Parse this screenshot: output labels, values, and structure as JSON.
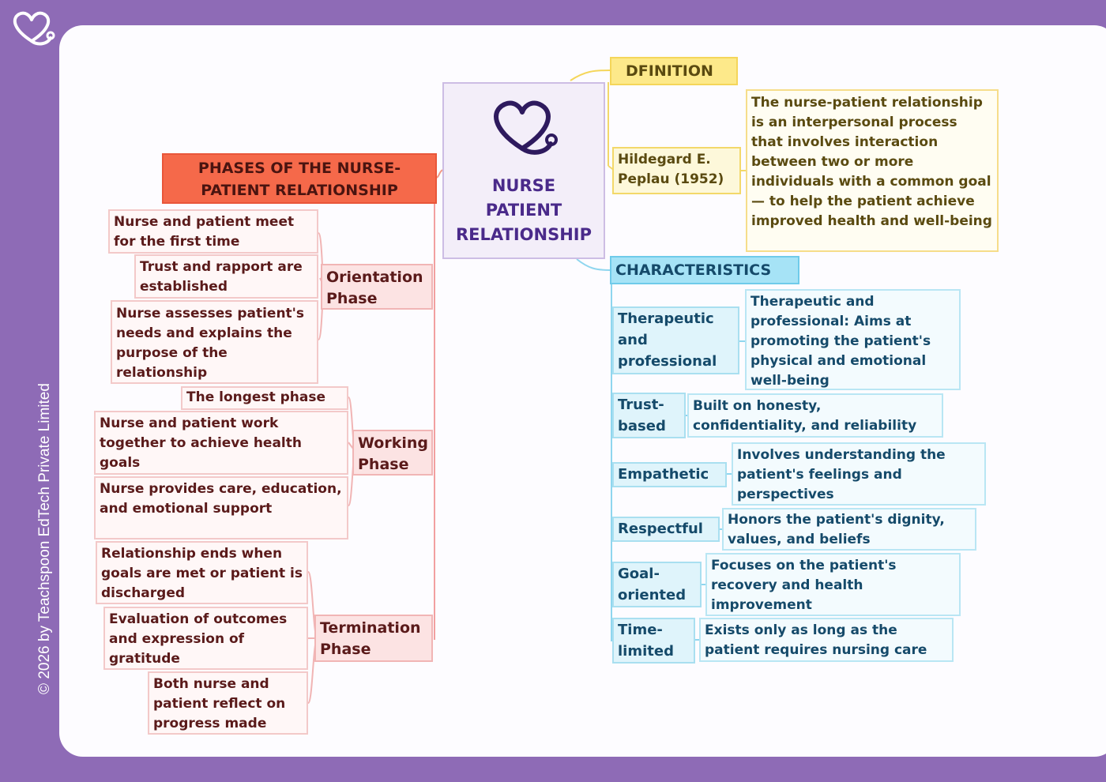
{
  "center": {
    "title": "NURSE PATIENT RELATIONSHIP"
  },
  "phases": {
    "heading": "PHASES OF THE NURSE-PATIENT RELATIONSHIP",
    "orientation": {
      "label": "Orientation Phase",
      "items": [
        "Nurse and patient meet for the first time",
        "Trust and rapport are established",
        "Nurse assesses patient's needs and explains the purpose of the relationship"
      ]
    },
    "working": {
      "label": "Working Phase",
      "items": [
        "The longest phase",
        "Nurse and patient work together to achieve health goals",
        "Nurse provides care, education, and emotional support"
      ]
    },
    "termination": {
      "label": "Termination Phase",
      "items": [
        "Relationship ends when goals are met or patient is discharged",
        "Evaluation of outcomes and expression of gratitude",
        "Both nurse and patient reflect on progress made"
      ]
    }
  },
  "definition": {
    "heading": "DFINITION",
    "author": "Hildegard E. Peplau (1952)",
    "text": "The nurse-patient relationship is an interpersonal process that involves interaction between two or more individuals with a common goal — to help the patient achieve improved health and well-being"
  },
  "characteristics": {
    "heading": "CHARACTERISTICS",
    "items": [
      {
        "label": "Therapeutic and professional",
        "text": "Therapeutic and professional: Aims at promoting the patient's physical and emotional well-being"
      },
      {
        "label": "Trust-based",
        "text": "Built on honesty, confidentiality, and reliability"
      },
      {
        "label": "Empathetic",
        "text": "Involves understanding the patient's feelings and perspectives"
      },
      {
        "label": "Respectful",
        "text": "Honors the patient's dignity, values, and beliefs"
      },
      {
        "label": "Goal-oriented",
        "text": "Focuses on the patient's recovery and health improvement"
      },
      {
        "label": "Time-limited",
        "text": "Exists only as long as the patient requires nursing care"
      }
    ]
  },
  "footer": {
    "copyright": "© 2026 by Teachspoon EdTech Private Limited"
  },
  "colors": {
    "frame": "#8e6bb6",
    "phases": "#f5694a",
    "definition": "#fde98a",
    "characteristics": "#a6e3f6",
    "center": "#4a2a8a"
  }
}
